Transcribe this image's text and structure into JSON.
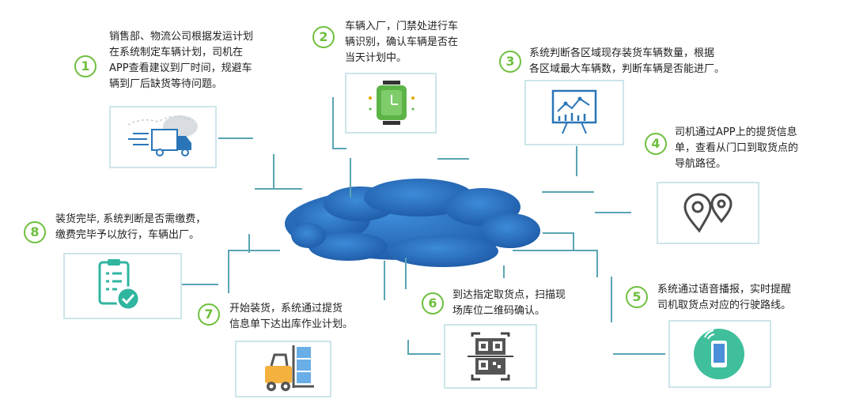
{
  "steps": [
    {
      "num": "1",
      "icon": "truck-icon",
      "lines": [
        "销售部、物流公司根据发运计划",
        "在系统制定车辆计划，司机在",
        "APP查看建议到厂时间，规避车",
        "辆到厂后缺货等待问题。"
      ]
    },
    {
      "num": "2",
      "icon": "gate-recognition-icon",
      "lines": [
        "车辆入厂，门禁处进行车",
        "辆识别，确认车辆是否在",
        "当天计划中。"
      ]
    },
    {
      "num": "3",
      "icon": "analytics-board-icon",
      "lines": [
        "系统判断各区域现存装货车辆数量，根据",
        "各区域最大车辆数，判断车辆是否能进厂。"
      ]
    },
    {
      "num": "4",
      "icon": "map-pin-icon",
      "lines": [
        "司机通过APP上的提货信息",
        "单，查看从门口到取货点的",
        "导航路径。"
      ]
    },
    {
      "num": "5",
      "icon": "phone-icon",
      "lines": [
        "系统通过语音播报，实时提醒",
        "司机取货点对应的行驶路线。"
      ]
    },
    {
      "num": "6",
      "icon": "qr-scan-icon",
      "lines": [
        "到达指定取货点，扫描现",
        "场库位二维码确认。"
      ]
    },
    {
      "num": "7",
      "icon": "forklift-icon",
      "lines": [
        "开始装货，系统通过提货",
        "信息单下达出库作业计划。"
      ]
    },
    {
      "num": "8",
      "icon": "clipboard-check-icon",
      "lines": [
        "装货完毕, 系统判断是否需缴费，",
        "缴费完毕予以放行，车辆出厂。"
      ]
    }
  ],
  "colors": {
    "accent_green": "#6fbf3f",
    "cloud_blue": "#2a6fc0",
    "connector": "#5aa4b3",
    "card_border": "#cde5ea"
  }
}
